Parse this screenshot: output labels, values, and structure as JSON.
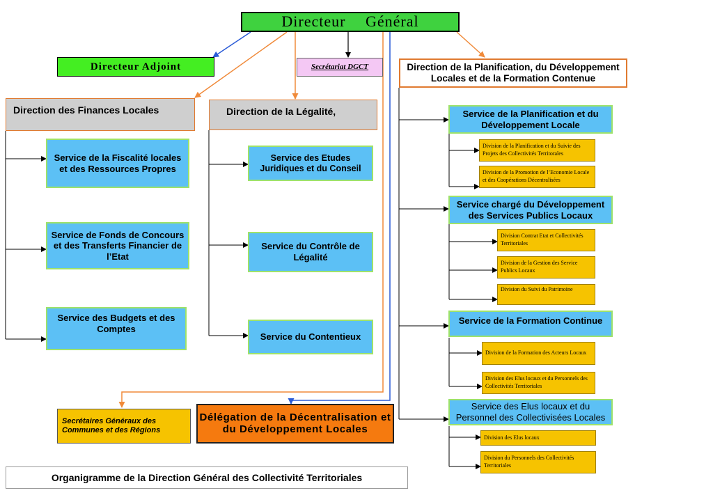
{
  "directeur_general": "Directeur Général",
  "directeur_adjoint": "Directeur Adjoint",
  "secretariat": "Secrétariat DGCT",
  "finances": {
    "title": "Direction des Finances Locales",
    "services": [
      "Service de la Fiscalité locales et des Ressources Propres",
      "Service de Fonds de Concours et des Transferts Financier de l’Etat",
      "Service des Budgets et des Comptes"
    ]
  },
  "legalite": {
    "title": "Direction de la Légalité,",
    "services": [
      "Service des Etudes Juridiques et du Conseil",
      "Service du Contrôle de Légalité",
      "Service du Contentieux"
    ]
  },
  "planification": {
    "title": "Direction de la Planification, du Développement Locales et de la Formation Contenue",
    "services": [
      {
        "name": "Service de la Planification et du Développement Locale",
        "divisions": [
          "Division de la Planification et du Suivie des Projets des Collectivités Territorales",
          "Division de la Promotion de l’Economie Locale et des Coopérations Décentralisées"
        ]
      },
      {
        "name": "Service chargé du Développement des Services Publics Locaux",
        "divisions": [
          "Division Contrat Etat et Collectivités Territoriales",
          "Division de la Gestion des Service Publics Locaux",
          "Division du Suivi du Patrimoine"
        ]
      },
      {
        "name": "Service de la Formation Continue",
        "divisions": [
          "Division de la Formation des Acteurs Locaux",
          "Division des Elus locaux et du Personnels des Collectivités Territoriales"
        ]
      },
      {
        "name": "Service des Elus locaux et du Personnel des Collectivisées Locales",
        "divisions": [
          "Division des Elus locaux",
          "Division du Personnels des Collectivités Territoriales"
        ]
      }
    ]
  },
  "secretaires_generaux": "Secrétaires Généraux des Communes et des Régions",
  "delegation": "Délégation de la Décentralisation et du Développement Locales",
  "caption": "Organigramme de la Direction Général des Collectivité Territoriales",
  "colors": {
    "green": "#3fd23f",
    "service_blue": "#5cc0f5",
    "division_gold": "#f6c300",
    "delegation_orange": "#f57a0f",
    "arrow_orange": "#f08a3a",
    "arrow_blue": "#2a5bd7"
  }
}
